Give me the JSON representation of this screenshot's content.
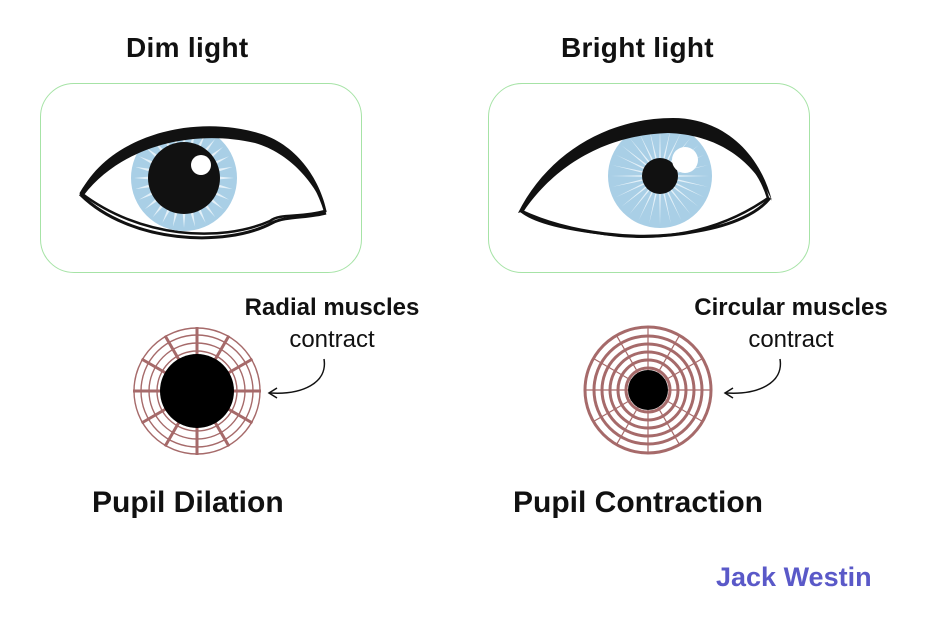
{
  "panels": [
    {
      "title": "Dim light",
      "muscle_label_line1": "Radial muscles",
      "muscle_label_line2": "contract",
      "caption": "Pupil Dilation"
    },
    {
      "title": "Bright light",
      "muscle_label_line1": "Circular muscles",
      "muscle_label_line2": "contract",
      "caption": "Pupil Contraction"
    }
  ],
  "brand": "Jack Westin",
  "colors": {
    "panel_border": "#a6e3a6",
    "iris": "#a9cfe6",
    "iris_rays": "#e3f0f8",
    "muscle": "#a66a6a",
    "brand": "#5a59c8"
  }
}
